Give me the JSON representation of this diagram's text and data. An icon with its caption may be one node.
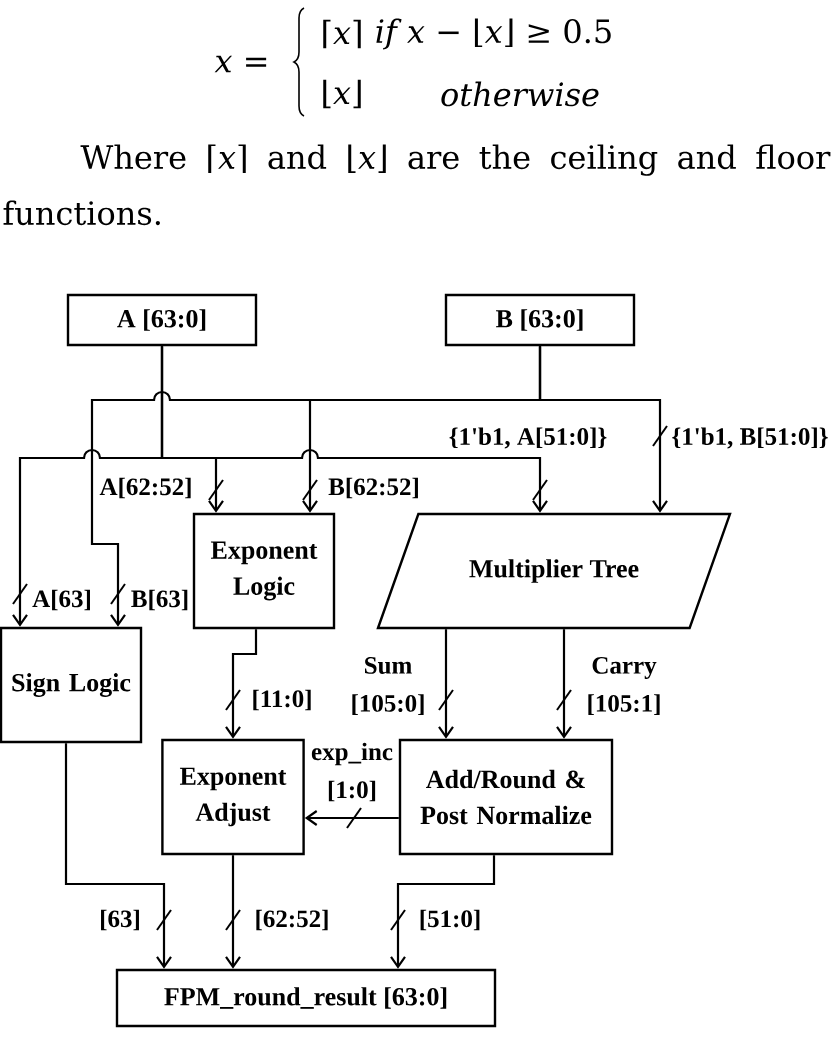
{
  "diagram": {
    "nodes": [
      {
        "text": [
          "A [63:0]"
        ]
      },
      {
        "text": [
          "B [63:0]"
        ]
      },
      {
        "text": [
          "Exponent Logic"
        ]
      },
      {
        "text": [
          "Multiplier Tree"
        ]
      },
      {
        "text": [
          "Sign Logic"
        ]
      },
      {
        "text": [
          "Exponent Adjust"
        ]
      },
      {
        "text": [
          "Add/Round & Post Normalize"
        ]
      },
      {
        "text": [
          "FPM_round_result [63:0]"
        ]
      }
    ],
    "edges": [
      {
        "from": 0,
        "to": 4,
        "arrow": "to",
        "label": "A[63]"
      },
      {
        "from": 1,
        "to": 4,
        "arrow": "to",
        "label": "B[63]"
      },
      {
        "from": 0,
        "to": 2,
        "arrow": "to",
        "label": "A[62:52]"
      },
      {
        "from": 1,
        "to": 2,
        "arrow": "to",
        "label": "B[62:52]"
      },
      {
        "from": 0,
        "to": 3,
        "arrow": "to",
        "label": "{1'b1, A[51:0]}"
      },
      {
        "from": 1,
        "to": 3,
        "arrow": "to",
        "label": "{1'b1, B[51:0]}"
      },
      {
        "from": 2,
        "to": 5,
        "arrow": "to",
        "label": "[11:0]"
      },
      {
        "from": 3,
        "to": 6,
        "arrow": "to",
        "label": "Sum [105:0]"
      },
      {
        "from": 3,
        "to": 6,
        "arrow": "to",
        "label": "Carry [105:1]"
      },
      {
        "from": 6,
        "to": 5,
        "arrow": "to",
        "label": "exp_inc [1:0]"
      },
      {
        "from": 4,
        "to": 7,
        "arrow": "to",
        "label": "[63]"
      },
      {
        "from": 5,
        "to": 7,
        "arrow": "to",
        "label": "[62:52]"
      },
      {
        "from": 6,
        "to": 7,
        "arrow": "to",
        "label": "[51:0]"
      }
    ],
    "labels": [
      "*x* =",
      "⌈*x*⌉",
      "*if x* − ⌊*x*⌋ ≥ 0.5",
      "⌊*x*⌋",
      "otherwise",
      "Where ⌈*x*⌉ and ⌊*x*⌋ are the ceiling and floor functions."
    ]
  }
}
